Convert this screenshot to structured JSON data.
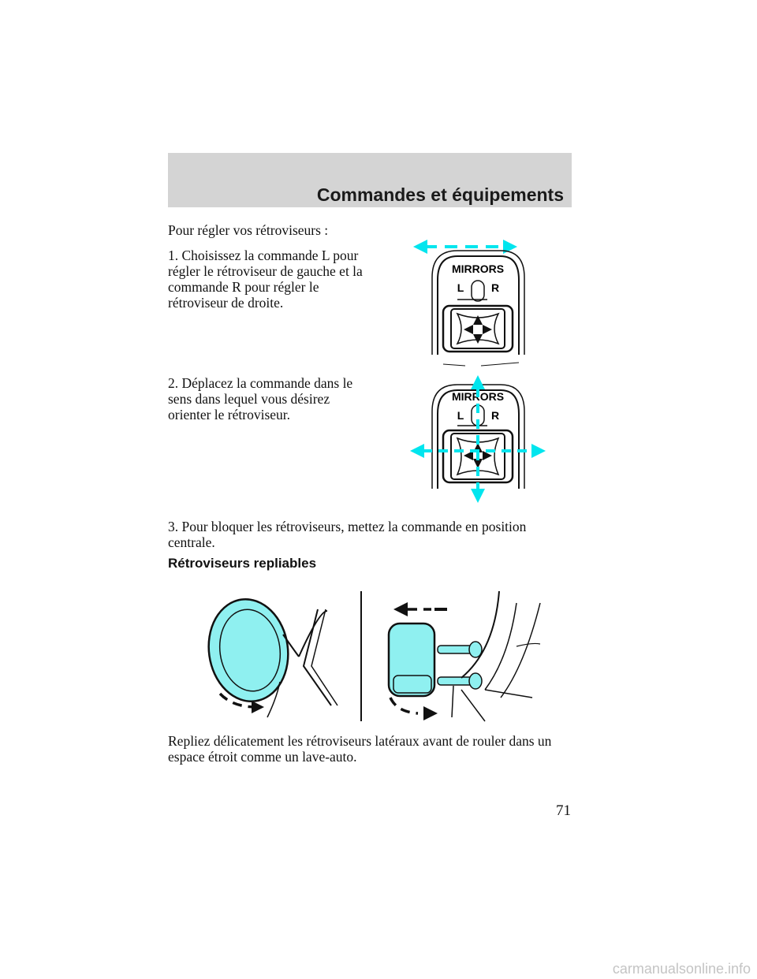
{
  "header": {
    "title": "Commandes et équipements"
  },
  "intro": "Pour régler vos rétroviseurs :",
  "steps": [
    {
      "lines": [
        "1. Choisissez la commande L pour",
        "régler le rétroviseur de gauche et la",
        "commande R pour régler le",
        "rétroviseur de droite."
      ]
    },
    {
      "lines": [
        "2. Déplacez la commande dans le",
        "sens dans lequel vous désirez",
        "orienter le rétroviseur."
      ]
    },
    {
      "lines": [
        "3. Pour bloquer les rétroviseurs, mettez la commande en position",
        "centrale."
      ]
    }
  ],
  "section_title": "Rétroviseurs repliables",
  "closing": {
    "lines": [
      "Repliez délicatement les rétroviseurs latéraux avant de rouler dans un",
      "espace étroit comme un lave-auto."
    ]
  },
  "switch_labels": {
    "title": "MIRRORS",
    "left": "L",
    "right": "R"
  },
  "page_number": "71",
  "footer": "carmanualsonline.info",
  "colors": {
    "accent": "#00e5ee",
    "mirror_fill": "#8ff0f0",
    "header_band": "#d4d4d4"
  }
}
